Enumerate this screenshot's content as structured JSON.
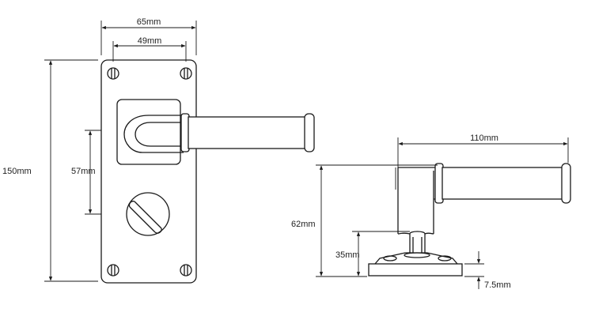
{
  "dimensions": {
    "backplate_width": "65mm",
    "fixing_centres": "49mm",
    "backplate_height": "150mm",
    "handle_centre_height": "57mm",
    "lever_projection": "110mm",
    "overall_projection": "62mm",
    "rose_height": "35mm",
    "plate_thickness": "7.5mm"
  },
  "colors": {
    "line": "#1a1a1a",
    "text": "#222222",
    "background": "#ffffff"
  }
}
